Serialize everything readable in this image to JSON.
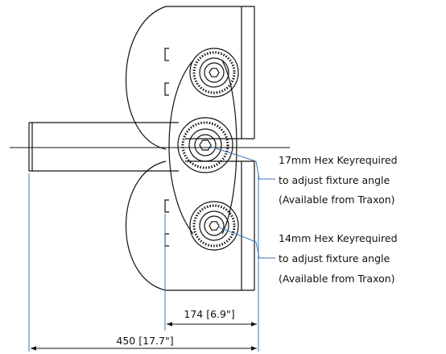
{
  "callouts": [
    {
      "lines": [
        "17mm Hex Keyrequired",
        "to adjust fixture angle",
        "(Available from Traxon)"
      ]
    },
    {
      "lines": [
        "14mm Hex Keyrequired",
        "to adjust fixture angle",
        "(Available from Traxon)"
      ]
    }
  ],
  "dimensions": {
    "inner": "174 [6.9\"]",
    "outer": "450 [17.7\"]"
  },
  "colors": {
    "line": "#111111",
    "leader": "#3a7ab8"
  }
}
